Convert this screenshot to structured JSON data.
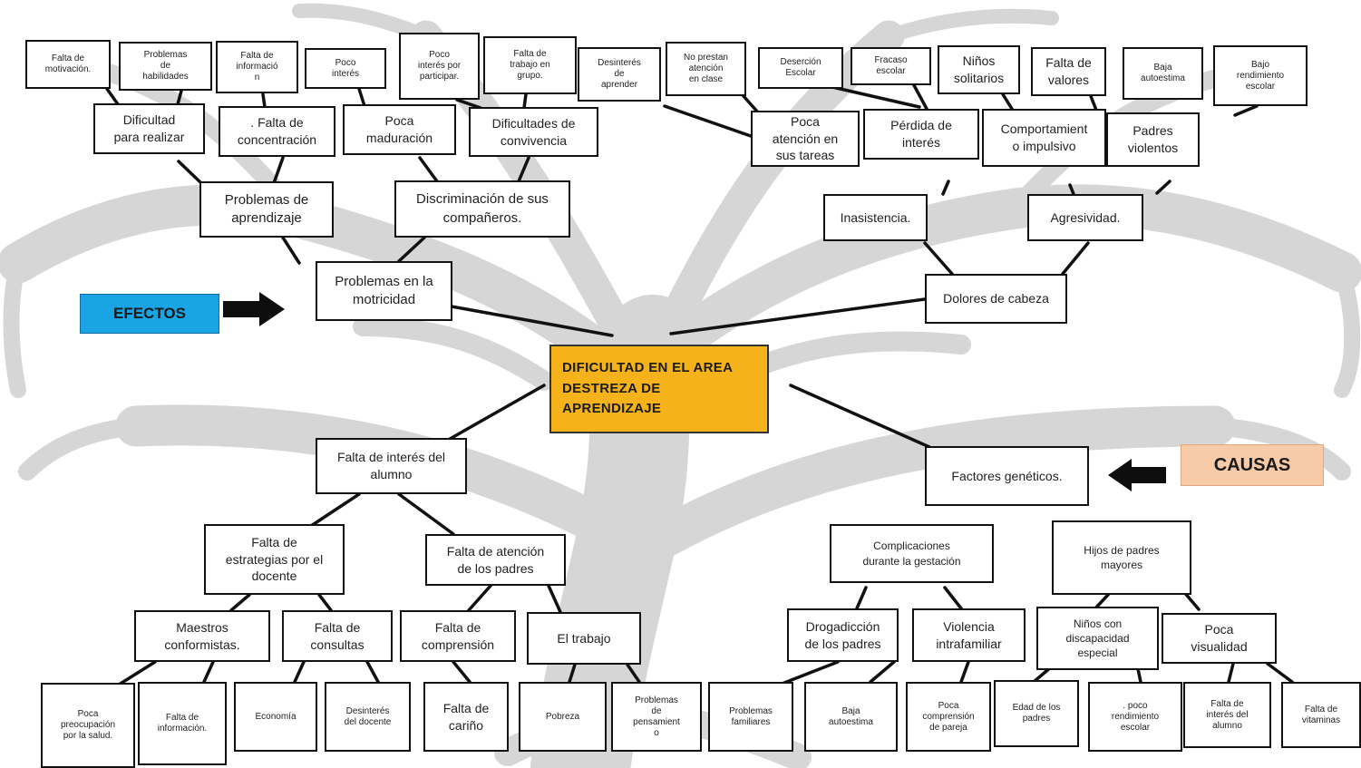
{
  "colors": {
    "central_fill": "#f5b21b",
    "efectos_fill": "#19a4e6",
    "causas_fill": "#f8cba8",
    "tree_tint": "#cfcfcf"
  },
  "labels": {
    "efectos": "EFECTOS",
    "causas": "CAUSAS"
  },
  "central": "DIFICULTAD EN EL AREA\nDESTREZA DE\nAPRENDIZAJE",
  "effects": {
    "problemas_motricidad": "Problemas en la\nmotricidad",
    "problemas_aprendizaje": "Problemas de\naprendizaje",
    "discriminacion": "Discriminación de sus\ncompañeros.",
    "dificultad_realizar": "Dificultad\npara realizar",
    "falta_concentracion": ". Falta de\nconcentración",
    "poca_maduracion": "Poca\nmaduración",
    "dificultades_convivencia": "Dificultades de\nconvivencia",
    "falta_motivacion": "Falta de\nmotivación.",
    "problemas_habilidades": "Problemas\nde\nhabilidades",
    "falta_informacion_top": "Falta de\ninformació\nn",
    "poco_interes": "Poco\ninterés",
    "poco_interes_participar": "Poco\ninterés por\nparticipar.",
    "falta_trabajo_grupo": "Falta de\ntrabajo en\ngrupo.",
    "desinteres_aprender": "Desinterés\nde\naprender",
    "no_prestan_atencion": "No prestan\natención\nen clase",
    "desercion_escolar": "Deserción\nEscolar",
    "fracaso_escolar": "Fracaso\nescolar",
    "ninos_solitarios": "Niños\nsolitarios",
    "falta_valores": "Falta de\nvalores",
    "baja_autoestima_top": "Baja\nautoestima",
    "bajo_rendimiento": "Bajo\nrendimiento\nescolar",
    "poca_atencion_tareas": "Poca\natención en\nsus tareas",
    "perdida_interes": "Pérdida de\ninterés",
    "comportamiento_impulsivo": "Comportamient\no impulsivo",
    "padres_violentos": "Padres\nviolentos",
    "inasistencia": "Inasistencia.",
    "agresividad": "Agresividad.",
    "dolores_cabeza": "Dolores de cabeza"
  },
  "causes": {
    "falta_interes_alumno": "Falta de interés del\nalumno",
    "falta_estrategias": "Falta de\nestrategias por el\ndocente",
    "falta_atencion_padres": "Falta de atención\nde los padres",
    "maestros_conformistas": "Maestros\nconformistas.",
    "falta_consultas": "Falta de\nconsultas",
    "falta_comprension": "Falta de\ncomprensión",
    "el_trabajo": "El trabajo",
    "poca_preocupacion": "Poca\npreocupación\npor la salud.",
    "falta_informacion_bottom": "Falta de\ninformación.",
    "economia": "Economía",
    "desinteres_docente": "Desinterés\ndel docente",
    "falta_carino": "Falta de\ncariño",
    "pobreza": "Pobreza",
    "problemas_pensamiento": "Problemas\nde\npensamient\no",
    "factores_geneticos": "Factores genéticos.",
    "complicaciones_gestacion": "Complicaciones\ndurante la gestación",
    "hijos_padres_mayores": "Hijos de padres\nmayores",
    "drogadiccion": "Drogadicción\nde los padres",
    "violencia_intrafamiliar": "Violencia\nintrafamiliar",
    "ninos_discapacidad": "Niños con\ndiscapacidad\nespecial",
    "poca_visualidad": "Poca\nvisualidad",
    "problemas_familiares": "Problemas\nfamiliares",
    "baja_autoestima_bottom": "Baja\nautoestima",
    "poca_comprension_pareja": "Poca\ncomprensión\nde pareja",
    "edad_padres": "Edad de los\npadres",
    "poco_rendimiento": ". poco\nrendimiento\nescolar",
    "falta_interes_alumno_small": "Falta de\ninterés del\nalumno",
    "falta_vitaminas": "Falta de\nvitaminas"
  }
}
